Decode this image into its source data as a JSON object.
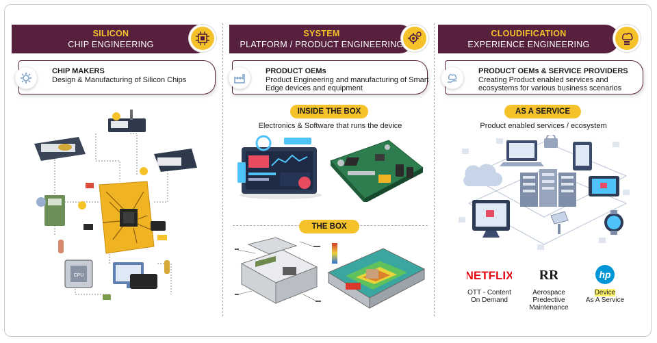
{
  "columns": [
    {
      "title_top": "SILICON",
      "title_bottom": "CHIP ENGINEERING",
      "badge_icon": "chip-icon",
      "card_icon": "chip-gear-icon",
      "card_title": "CHIP MAKERS",
      "card_desc": "Design & Manufacturing of Silicon Chips"
    },
    {
      "title_top": "SYSTEM",
      "title_bottom": "PLATFORM / PRODUCT ENGINEERING",
      "badge_icon": "gears-icon",
      "card_icon": "factory-icon",
      "card_title": "PRODUCT OEMs",
      "card_desc": "Product Engineering and manufacturing of Smart Edge devices and equipment",
      "section1_pill": "INSIDE THE BOX",
      "section1_sub": "Electronics & Software that runs the device",
      "section2_pill": "THE BOX"
    },
    {
      "title_top": "CLOUDIFICATION",
      "title_bottom": "EXPERIENCE ENGINEERING",
      "badge_icon": "cloud-server-icon",
      "card_icon": "cloud-hand-icon",
      "card_title": "PRODUCT OEMs & SERVICE PROVIDERS",
      "card_desc": "Creating Product enabled services and ecosystems for various business scenarios",
      "section1_pill": "AS A SERVICE",
      "section1_sub": "Product enabled services / ecosystem",
      "brands": [
        {
          "logo": "NETFLIX",
          "line1": "OTT - Content",
          "line2": "On Demand",
          "line3": ""
        },
        {
          "logo": "RR",
          "line1": "Aerospace",
          "line2": "Predective",
          "line3": "Maintenance"
        },
        {
          "logo": "hp",
          "line1": "Device",
          "line2": "As A Service",
          "line3": ""
        }
      ]
    }
  ],
  "colors": {
    "banner": "#58203f",
    "accent": "#f5c22a",
    "netflix": "#e50914",
    "hp": "#0096d6",
    "pcb": "#f0b323",
    "board_green": "#2e7d4f"
  }
}
